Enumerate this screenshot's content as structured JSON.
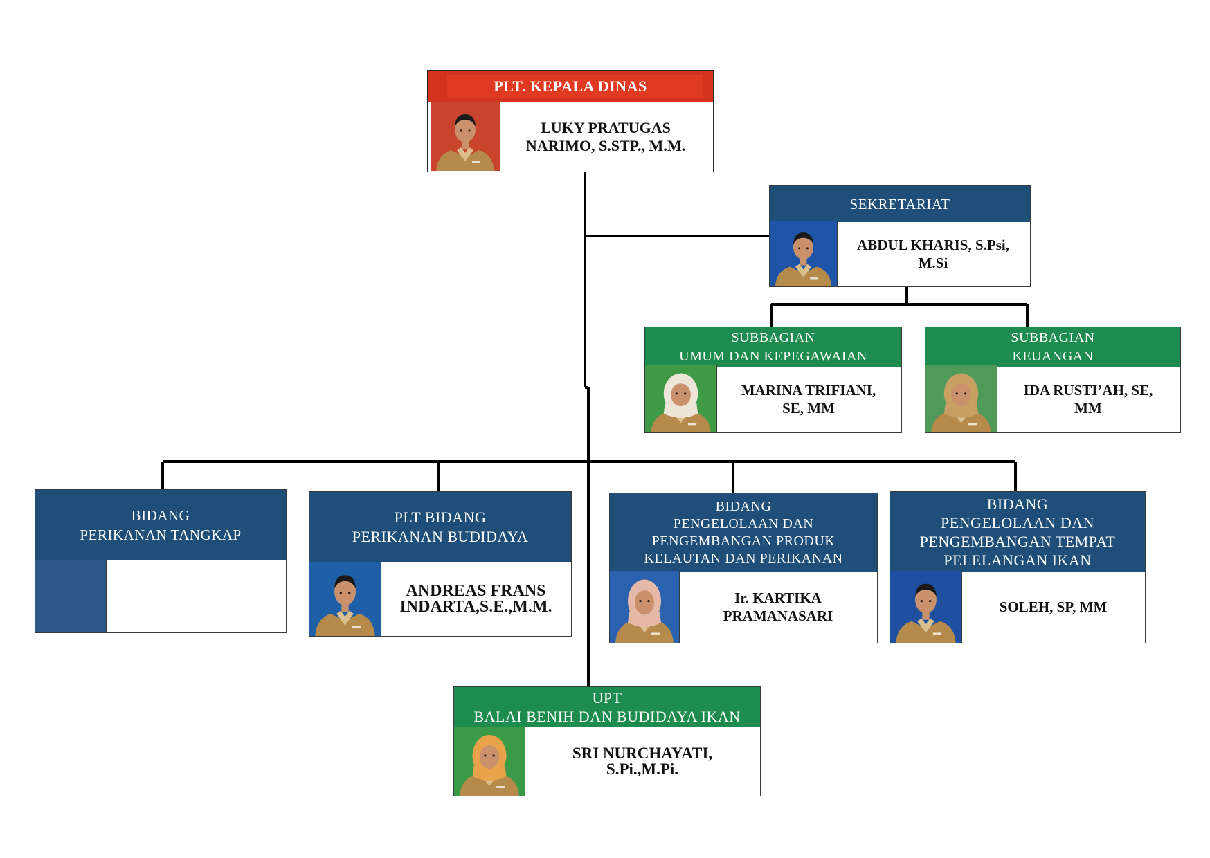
{
  "colors": {
    "red": "#D3321E",
    "red_inner": "#E03A22",
    "navy": "#1F4E79",
    "green": "#1E8C4E",
    "line": "#000000",
    "uniform": "#B68A4A",
    "skin": "#C9926C",
    "hair": "#1C1A18"
  },
  "boxes": {
    "kepala": {
      "title": [
        "PLT.  KEPALA DINAS"
      ],
      "name": [
        "LUKY PRATUGAS",
        "NARIMO, S.STP., M.M."
      ],
      "photo": {
        "bg": "#C8442C",
        "person": "man",
        "hijab": ""
      }
    },
    "sekretariat": {
      "title": [
        "SEKRETARIAT"
      ],
      "name": [
        "ABDUL KHARIS, S.Psi,",
        "M.Si"
      ],
      "photo": {
        "bg": "#1E55A8",
        "person": "man",
        "hijab": ""
      }
    },
    "sub_umum": {
      "title": [
        "SUBBAGIAN",
        "UMUM DAN KEPEGAWAIAN"
      ],
      "name": [
        "MARINA TRIFIANI,",
        "SE, MM"
      ],
      "photo": {
        "bg": "#3E9A45",
        "person": "woman",
        "hijab": "#EDE6D8"
      }
    },
    "sub_keuangan": {
      "title": [
        "SUBBAGIAN",
        "KEUANGAN"
      ],
      "name": [
        "IDA RUSTI’AH, SE,",
        "MM"
      ],
      "photo": {
        "bg": "#4F9A5A",
        "person": "woman",
        "hijab": "#C8A064"
      }
    },
    "tangkap": {
      "title": [
        "BIDANG",
        "PERIKANAN TANGKAP"
      ],
      "name": [],
      "photo": {
        "bg": "#2E5887",
        "person": "none",
        "hijab": ""
      }
    },
    "budidaya": {
      "title": [
        "PLT BIDANG",
        "PERIKANAN BUDIDAYA"
      ],
      "name": [
        "ANDREAS FRANS",
        "INDARTA,S.E.,M.M."
      ],
      "photo": {
        "bg": "#1E5FA8",
        "person": "man",
        "hijab": ""
      }
    },
    "produk": {
      "title": [
        "BIDANG",
        "PENGELOLAAN DAN",
        "PENGEMBANGAN PRODUK",
        "KELAUTAN DAN PERIKANAN"
      ],
      "name": [
        "Ir. KARTIKA",
        "PRAMANASARI"
      ],
      "photo": {
        "bg": "#2A62B0",
        "person": "woman",
        "hijab": "#E6B8A8"
      }
    },
    "pelelangan": {
      "title": [
        "BIDANG",
        "PENGELOLAAN DAN",
        "PENGEMBANGAN TEMPAT",
        "PELELANGAN IKAN"
      ],
      "name": [
        "SOLEH, SP, MM"
      ],
      "photo": {
        "bg": "#1E4FA0",
        "person": "man",
        "hijab": ""
      }
    },
    "upt": {
      "title": [
        "UPT",
        "BALAI BENIH DAN BUDIDAYA IKAN"
      ],
      "name": [
        "SRI NURCHAYATI,",
        "S.Pi.,M.Pi."
      ],
      "photo": {
        "bg": "#3A9A48",
        "person": "woman",
        "hijab": "#E8A24A"
      }
    }
  }
}
